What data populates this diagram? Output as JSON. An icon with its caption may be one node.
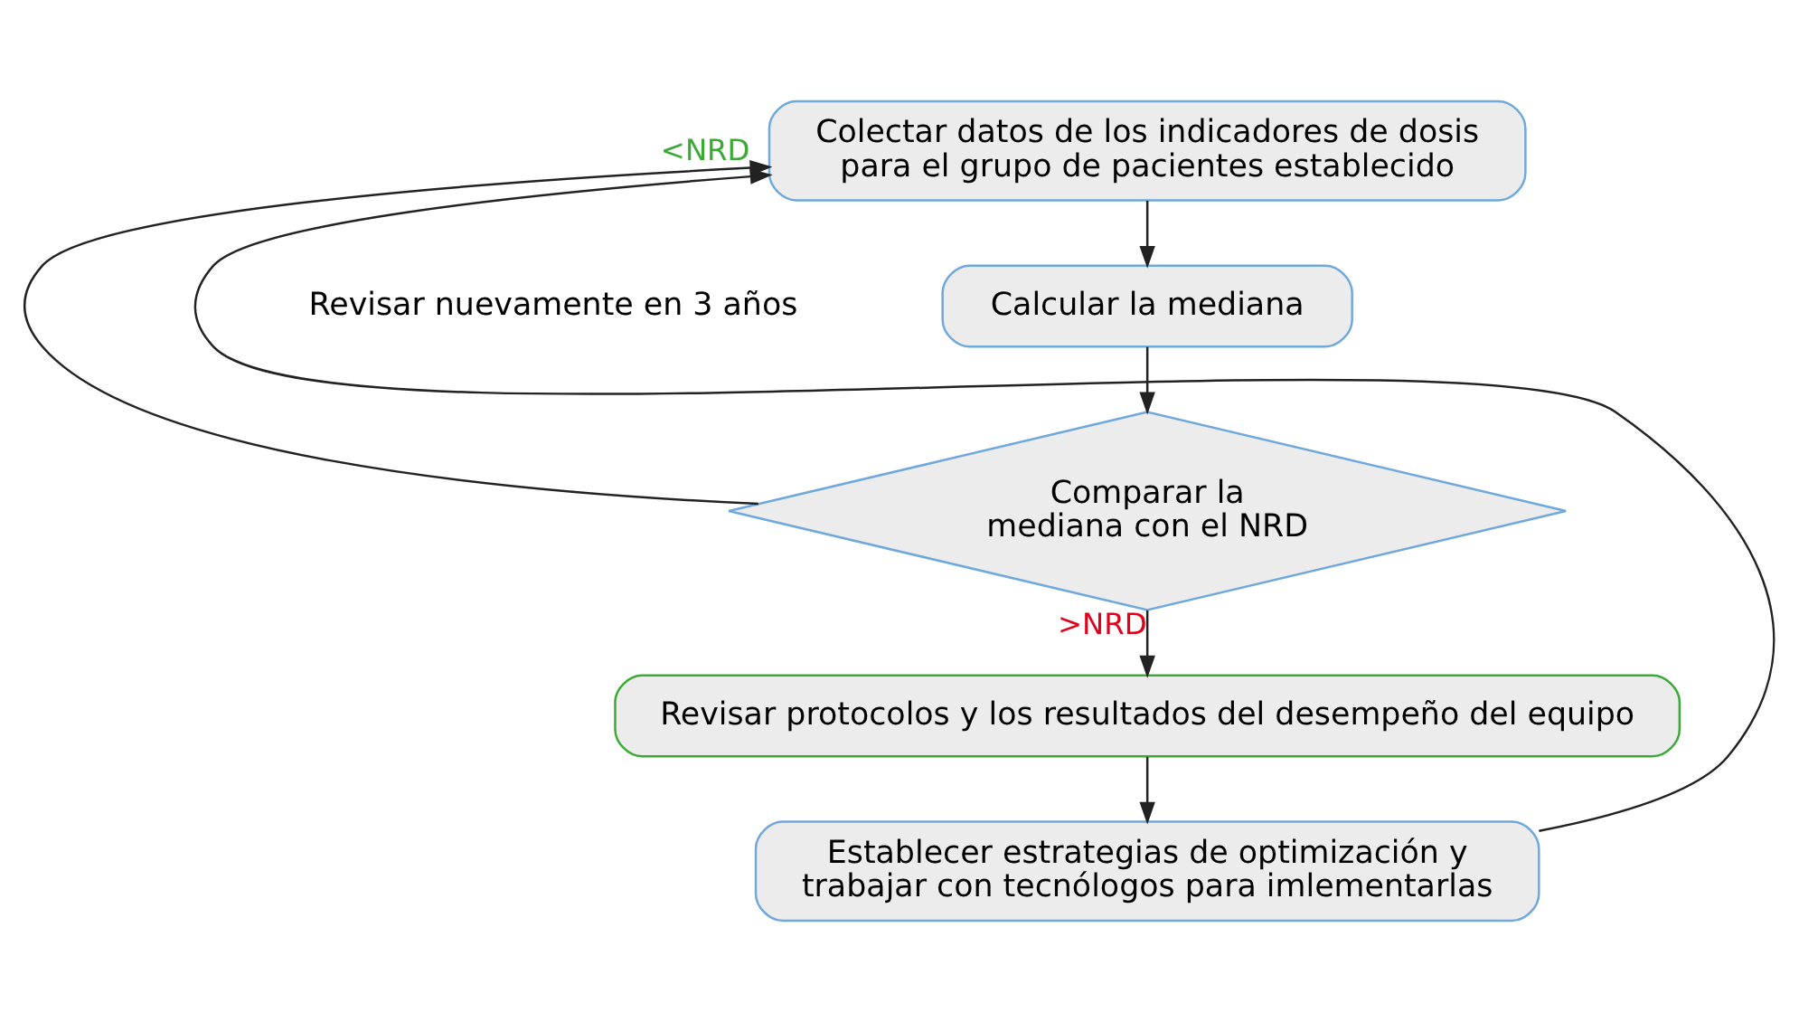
{
  "diagram": {
    "nodes": [
      {
        "text": [
          "Colectar datos de los indicadores de dosis para el grupo de pacientes establecido"
        ]
      },
      {
        "text": [
          "Calcular la mediana"
        ]
      },
      {
        "text": [
          "Comparar la mediana con el NRD"
        ]
      },
      {
        "text": [
          "Revisar protocolos y los resultados del desempeño del equipo"
        ]
      },
      {
        "text": [
          "Establecer estrategias de optimización y trabajar con tecnólogos para imlementarlas"
        ]
      }
    ],
    "edges": [
      {
        "from": 0,
        "to": 1,
        "arrow": "to"
      },
      {
        "from": 1,
        "to": 2,
        "arrow": "to"
      },
      {
        "from": 2,
        "to": 0,
        "arrow": "to",
        "label": "<NRD"
      },
      {
        "from": 2,
        "to": 3,
        "arrow": "to",
        "label": ">NRD"
      },
      {
        "from": 3,
        "to": 4,
        "arrow": "to"
      },
      {
        "from": 4,
        "to": 0,
        "arrow": "to"
      }
    ],
    "labels": [
      "Revisar nuevamente en 3 años"
    ]
  }
}
